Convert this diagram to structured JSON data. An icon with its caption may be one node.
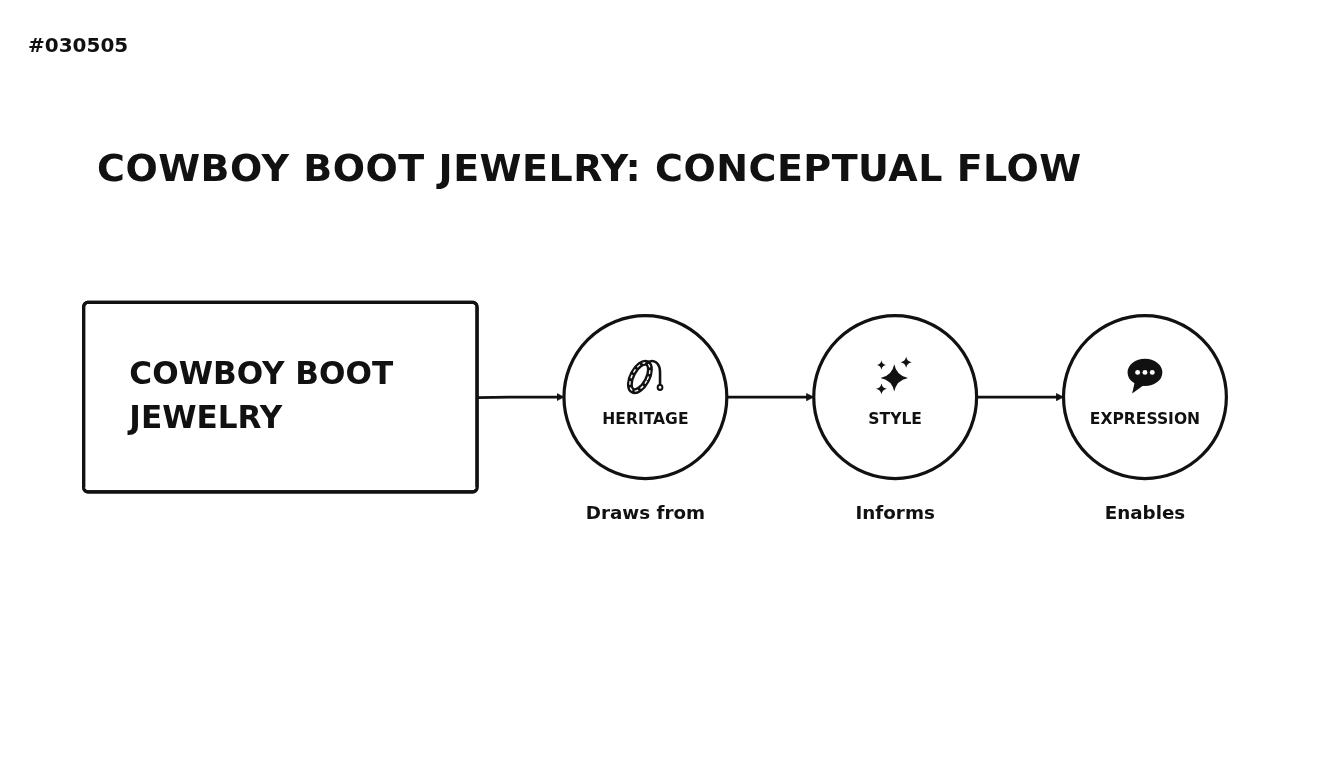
{
  "diagram": {
    "title": "COWBOY BOOT JEWELRY: CONCEPTUAL FLOW",
    "nodes": [
      {
        "text": [
          "COWBOY BOOT JEWELRY"
        ]
      },
      {
        "text": [
          "HERITAGE"
        ],
        "beside": [
          "Draws from"
        ]
      },
      {
        "text": [
          "STYLE"
        ],
        "beside": [
          "Informs"
        ]
      },
      {
        "text": [
          "EXPRESSION"
        ],
        "beside": [
          "Enables"
        ]
      }
    ],
    "edges": [
      {
        "from": 0,
        "to": 1,
        "arrow": "to"
      },
      {
        "from": 1,
        "to": 2,
        "arrow": "to"
      },
      {
        "from": 2,
        "to": 3,
        "arrow": "to"
      }
    ],
    "labels": [
      "#030505"
    ]
  }
}
